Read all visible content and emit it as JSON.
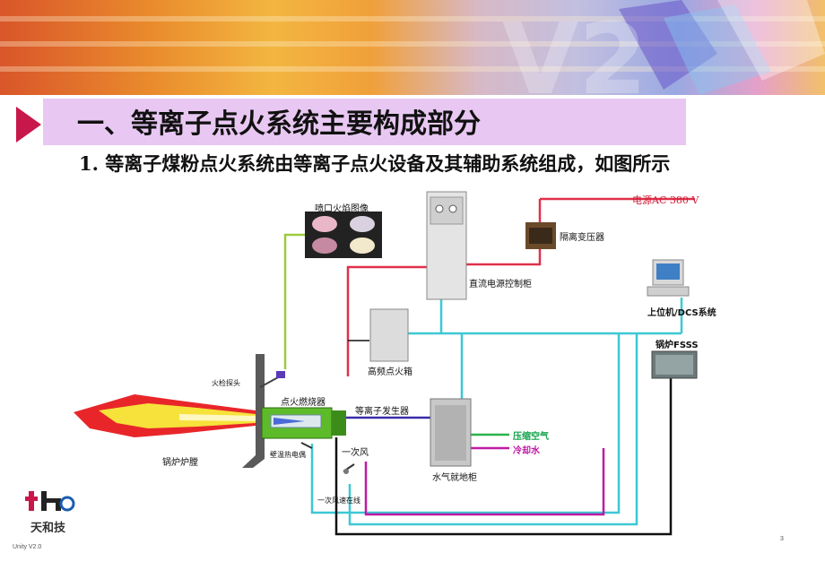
{
  "slide": {
    "title": "一、等离子点火系统主要构成部分",
    "subtitle": "1. 等离子煤粉点火系统由等离子点火设备及其辅助系统组成，如图所示",
    "footer_left": "Unity V2.0",
    "page_number": "3",
    "logo_text": "天和技"
  },
  "diagram": {
    "labels": {
      "flame_image": "喷口火焰图像",
      "power_supply": "电源AC 380 V",
      "isolation_transformer": "隔离变压器",
      "dc_control_cabinet": "直流电源控制柜",
      "host_dcs": "上位机/DCS系统",
      "boiler_fsss": "锅炉FSSS",
      "hf_ignition_box": "高频点火箱",
      "fire_detector": "火检探头",
      "ignition_burner": "点火燃烧器",
      "plasma_generator": "等离子发生器",
      "compressed_air": "压缩空气",
      "cooling_water": "冷却水",
      "primary_air": "一次风",
      "furnace": "锅炉炉膛",
      "wall_thermocouple": "壁温热电偶",
      "water_gas_cabinet": "水气就地柜",
      "primary_air_speed": "一次风速在线"
    },
    "colors": {
      "power_line": "#e0304a",
      "signal_line": "#3cc8d4",
      "image_line": "#9ccc3c",
      "control_line": "#111111",
      "air_line": "#2ab34a",
      "water_line": "#c01aa4",
      "plasma_line": "#3a2aa8",
      "title_accent": "#c8174a",
      "title_bg": "#e8c8f2"
    }
  }
}
